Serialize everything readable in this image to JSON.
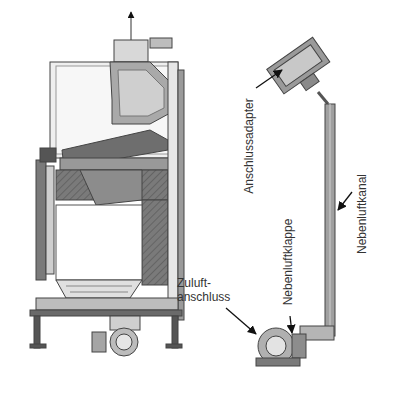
{
  "diagram": {
    "labels": [
      "Anschlussadapter",
      "Nebenluftklappe",
      "Nebenluftkanal",
      "Zuluft- anschluss"
    ]
  }
}
